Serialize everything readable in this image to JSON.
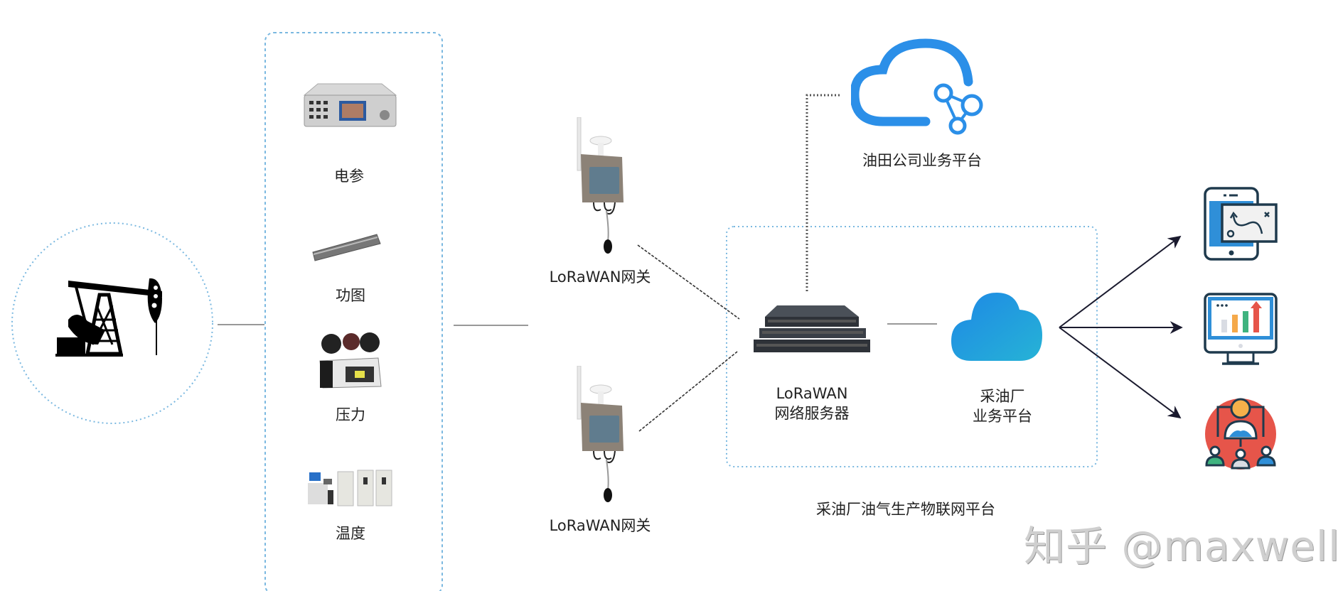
{
  "diagram": {
    "title": "采油厂油气生产物联网平台",
    "well": {
      "name": "oil-pumpjack",
      "icon": "pumpjack-icon"
    },
    "sensors": [
      {
        "label": "电参",
        "icon": "power-analyzer-icon"
      },
      {
        "label": "功图",
        "icon": "load-sensor-icon"
      },
      {
        "label": "压力",
        "icon": "pressure-gauge-icon"
      },
      {
        "label": "温度",
        "icon": "temperature-cabinet-icon"
      }
    ],
    "gateways": [
      {
        "label": "LoRaWAN网关",
        "icon": "lorawan-gateway-icon"
      },
      {
        "label": "LoRaWAN网关",
        "icon": "lorawan-gateway-icon"
      }
    ],
    "network_server": {
      "line1": "LoRaWAN",
      "line2": "网络服务器",
      "icon": "server-rack-icon"
    },
    "plant_platform": {
      "line1": "采油厂",
      "line2": "业务平台",
      "icon": "cloud-icon"
    },
    "oilfield_platform": {
      "label": "油田公司业务平台",
      "icon": "cloud-network-icon"
    },
    "platform_group_label": "采油厂油气生产物联网平台",
    "endpoints": [
      {
        "icon": "mobile-app-icon"
      },
      {
        "icon": "monitor-chart-icon"
      },
      {
        "icon": "team-users-icon"
      }
    ],
    "colors": {
      "dashed_border": "#7ab8e0",
      "cloud_outline": "#2b8fe8",
      "cloud_fill_start": "#1e88e5",
      "cloud_fill_end": "#26b3d6",
      "line": "#555555",
      "arrow": "#1a1a2e"
    }
  },
  "watermark": "知乎 @maxwell"
}
